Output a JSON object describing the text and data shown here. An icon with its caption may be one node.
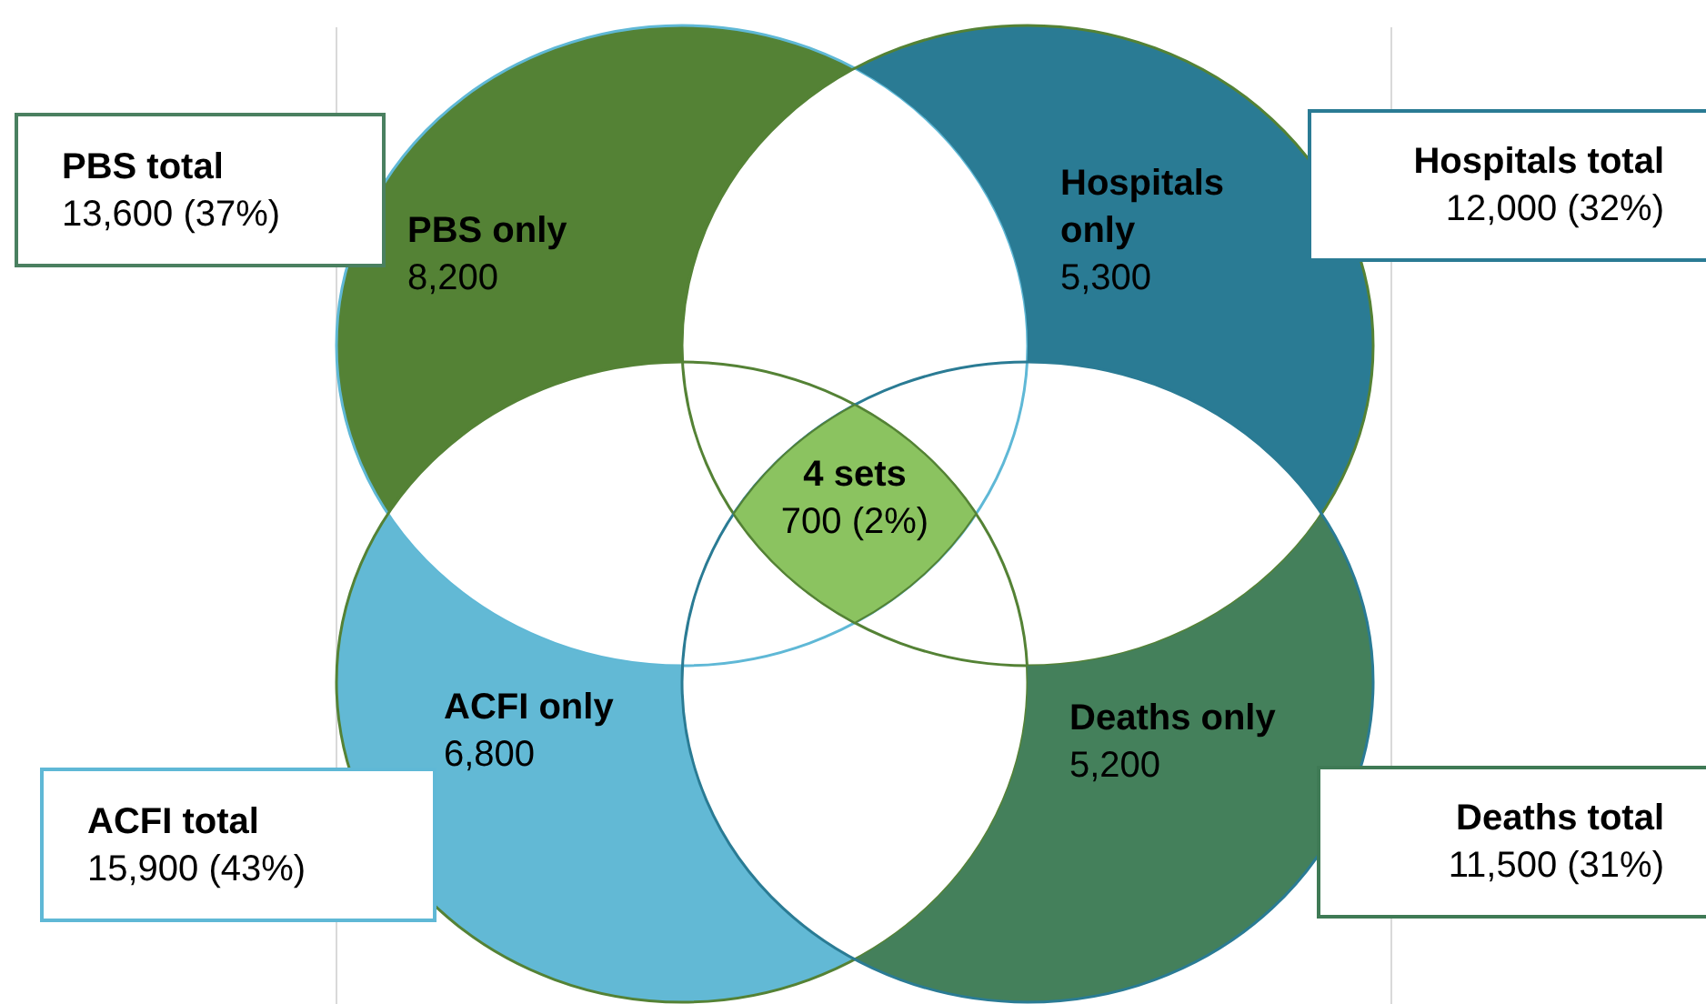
{
  "diagram": {
    "nodes": [
      {
        "text": [
          "PBS total",
          "13,600 (37%)"
        ]
      },
      {
        "text": [
          "PBS only",
          "8,200"
        ]
      },
      {
        "text": [
          "Hospitals only",
          "5,300"
        ]
      },
      {
        "text": [
          "Hospitals total",
          "12,000 (32%)"
        ]
      },
      {
        "text": [
          "4 sets",
          "700 (2%)"
        ]
      },
      {
        "text": [
          "ACFI only",
          "6,800"
        ]
      },
      {
        "text": [
          "Deaths only",
          "5,200"
        ]
      },
      {
        "text": [
          "ACFI total",
          "15,900 (43%)"
        ]
      },
      {
        "text": [
          "Deaths total",
          "11,500 (31%)"
        ]
      }
    ]
  }
}
